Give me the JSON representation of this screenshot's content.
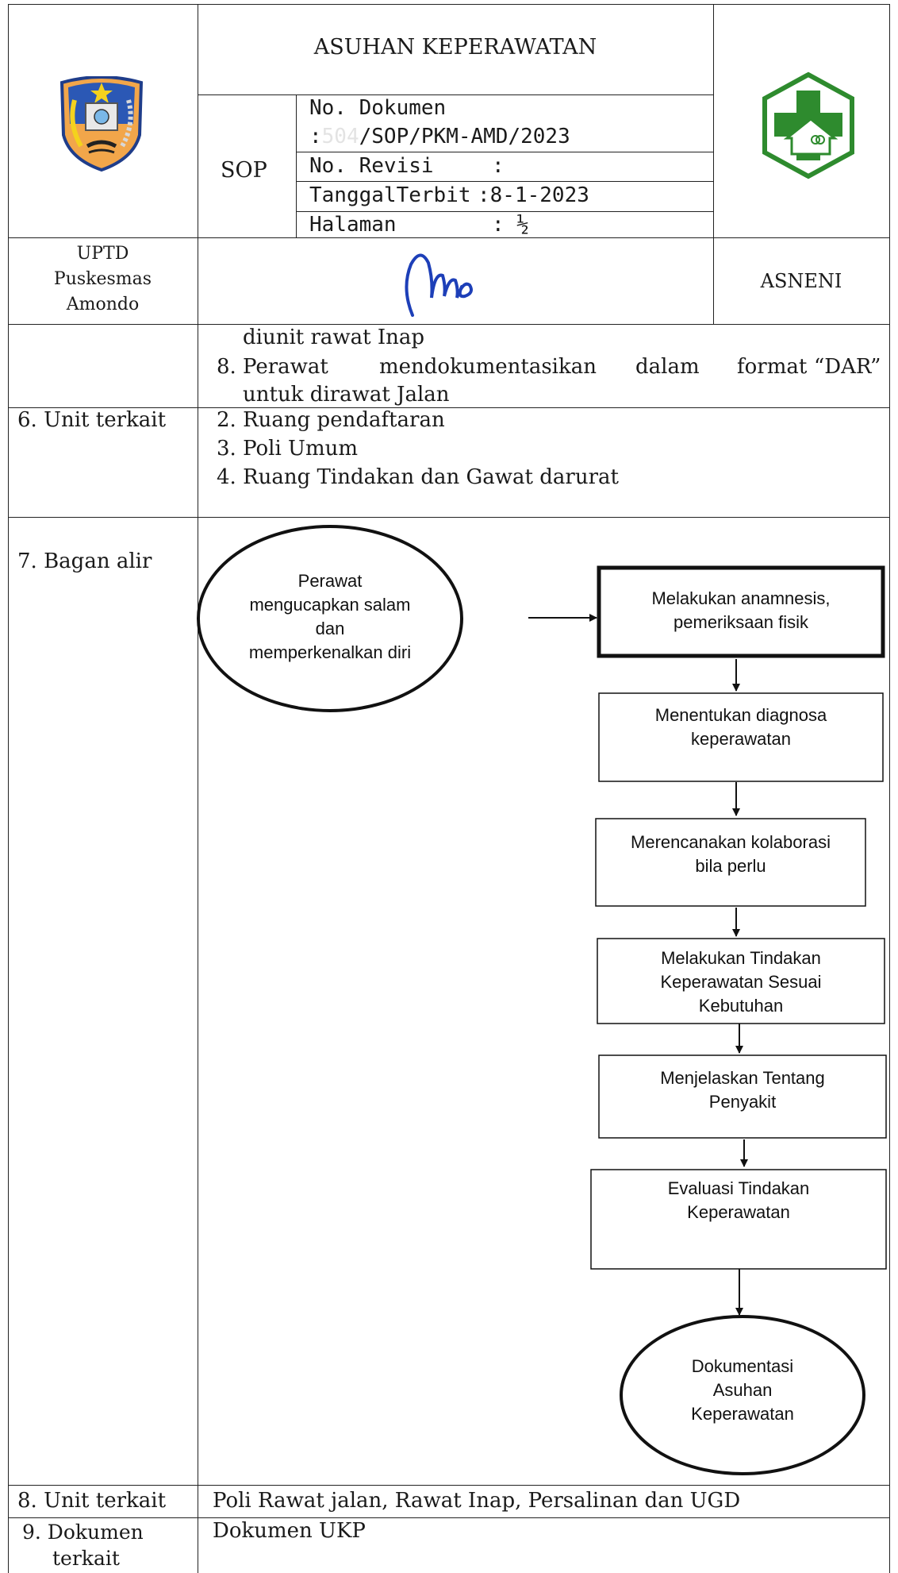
{
  "header": {
    "title": "ASUHAN KEPERAWATAN",
    "sop_label": "SOP",
    "doc_no_label": "No. Dokumen",
    "doc_no_value_prefix": ":",
    "doc_no_value_faint": "504",
    "doc_no_value_rest": "/SOP/PKM-AMD/2023",
    "revision_label": "No. Revisi",
    "revision_value": ":",
    "date_label": "TanggalTerbit",
    "date_value": ":8-1-2023",
    "page_label": "Halaman",
    "page_value": ": ½",
    "org_line1": "UPTD",
    "org_line2": "Puskesmas",
    "org_line3": "Amondo",
    "signer": "ASNENI"
  },
  "section_cont": {
    "line1": "diunit rawat Inap",
    "item8_number": "8.",
    "item8_word1": "Perawat",
    "item8_word2": "mendokumentasikan",
    "item8_word3": "dalam",
    "item8_word4": "format",
    "item8_word5": "“DAR”",
    "item8_line2": "untuk dirawat Jalan"
  },
  "section6": {
    "label": "6. Unit terkait",
    "items": [
      "2. Ruang pendaftaran",
      "3. Poli Umum",
      "4. Ruang Tindakan dan Gawat darurat"
    ]
  },
  "section7": {
    "label": "7. Bagan alir",
    "start_lines": [
      "Perawat",
      "mengucapkan salam",
      "dan",
      "memperkenalkan diri"
    ],
    "steps": [
      [
        "Melakukan anamnesis,",
        "pemeriksaan fisik"
      ],
      [
        "Menentukan diagnosa",
        "keperawatan"
      ],
      [
        "Merencanakan kolaborasi",
        "bila perlu"
      ],
      [
        "Melakukan Tindakan",
        "Keperawatan Sesuai",
        "Kebutuhan"
      ],
      [
        "Menjelaskan Tentang",
        "Penyakit"
      ],
      [
        "Evaluasi Tindakan",
        "Keperawatan"
      ]
    ],
    "end_lines": [
      "Dokumentasi",
      "Asuhan",
      "Keperawatan"
    ]
  },
  "section8": {
    "label": "8. Unit terkait",
    "value": "Poli Rawat jalan, Rawat Inap, Persalinan dan UGD"
  },
  "section9": {
    "label_line1": "9. Dokumen",
    "label_line2": "terkait",
    "value": "Dokumen UKP"
  },
  "colors": {
    "line": "#222222",
    "logo_green": "#2e8b2e",
    "signature_blue": "#1d3fb8"
  },
  "icons": [
    "regency-emblem-icon",
    "puskesmas-logo-icon",
    "signature-icon"
  ]
}
